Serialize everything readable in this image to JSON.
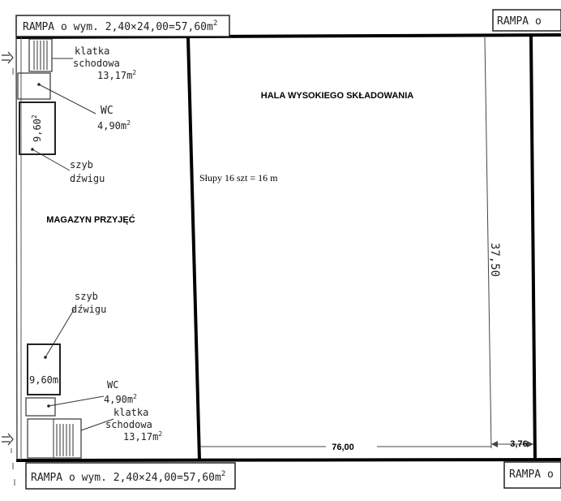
{
  "ramps": {
    "top_left": "RAMPA o wym. 2,40×24,00=57,60m",
    "top_left_sup": "2",
    "top_right": "RAMPA o",
    "bottom_left": "RAMPA o wym. 2,40×24,00=57,60m",
    "bottom_left_sup": "2",
    "bottom_right": "RAMPA o"
  },
  "rooms": {
    "staircase_top_line1": "klatka",
    "staircase_top_line2": "schodowa",
    "staircase_top_area": "13,17m",
    "staircase_top_sup": "2",
    "wc_top_label": "WC",
    "wc_top_area": "4,90m",
    "wc_top_sup": "2",
    "shaft_top_area": "9,60",
    "shaft_top_sup": "2",
    "shaft_top_line1": "szyb",
    "shaft_top_line2": "dźwigu",
    "shaft_bottom_line1": "szyb",
    "shaft_bottom_line2": "dźwigu",
    "shaft_bottom_area": "9,60m",
    "wc_bottom_label": "WC",
    "wc_bottom_area": "4,90m",
    "wc_bottom_sup": "2",
    "staircase_bottom_line1": "klatka",
    "staircase_bottom_line2": "schodowa",
    "staircase_bottom_area": "13,17m",
    "staircase_bottom_sup": "2"
  },
  "labels": {
    "hall": "HALA WYSOKIEGO SKŁADOWANIA",
    "receiving": "MAGAZYN PRZYJĘĆ",
    "columns": "Słupy 16 szt = 16 m"
  },
  "dimensions": {
    "length": "76,00",
    "small": "3,76",
    "vertical": "37,50"
  }
}
